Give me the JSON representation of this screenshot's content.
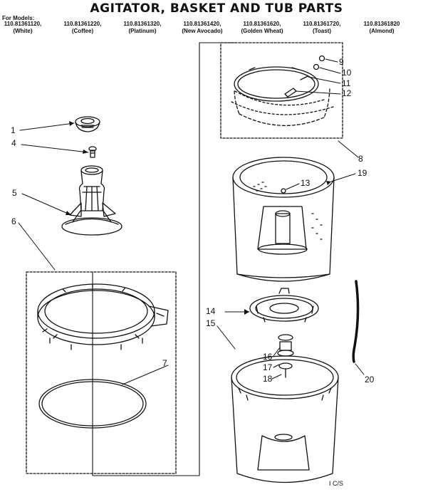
{
  "title": "AGITATOR, BASKET AND TUB PARTS",
  "for_models_label": "For Models:",
  "models": [
    {
      "number": "110.81361120,",
      "color": "(White)"
    },
    {
      "number": "110.81361220,",
      "color": "(Coffee)"
    },
    {
      "number": "110.81361320,",
      "color": "(Platinum)"
    },
    {
      "number": "110.81361420,",
      "color": "(New Avocado)"
    },
    {
      "number": "110.81361620,",
      "color": "(Golden Wheat)"
    },
    {
      "number": "110.81361720,",
      "color": "(Toast)"
    },
    {
      "number": "110.81361820",
      "color": "(Almond)"
    }
  ],
  "callouts": [
    "1",
    "4",
    "5",
    "6",
    "7",
    "8",
    "9",
    "10",
    "11",
    "12",
    "13",
    "14",
    "15",
    "16",
    "17",
    "18",
    "19",
    "20"
  ],
  "footer_mark": "I C/S"
}
